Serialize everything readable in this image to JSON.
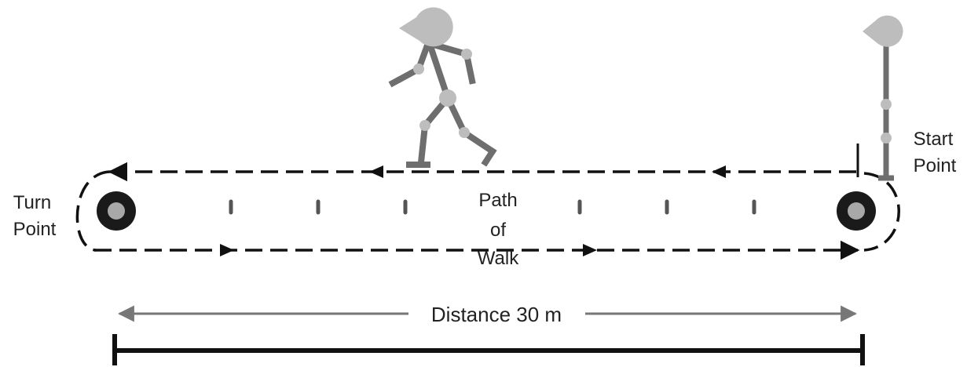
{
  "labels": {
    "turn_point_line1": "Turn",
    "turn_point_line2": "Point",
    "start_point_line1": "Start",
    "start_point_line2": "Point",
    "path_line1": "Path",
    "path_line2": "of",
    "path_line3": "Walk",
    "distance": "Distance 30 m"
  },
  "colors": {
    "stroke_dark": "#111111",
    "figure_limb": "#6e6e6e",
    "figure_joint": "#bdbdbd",
    "cone_outer": "#1a1a1a",
    "cone_inner": "#a8a8a8",
    "distance_arrow": "#777777"
  },
  "icons": {
    "walking_figure": "walking-stick-figure-icon",
    "standing_figure": "standing-stick-figure-icon",
    "cone": "cone-marker-icon"
  }
}
